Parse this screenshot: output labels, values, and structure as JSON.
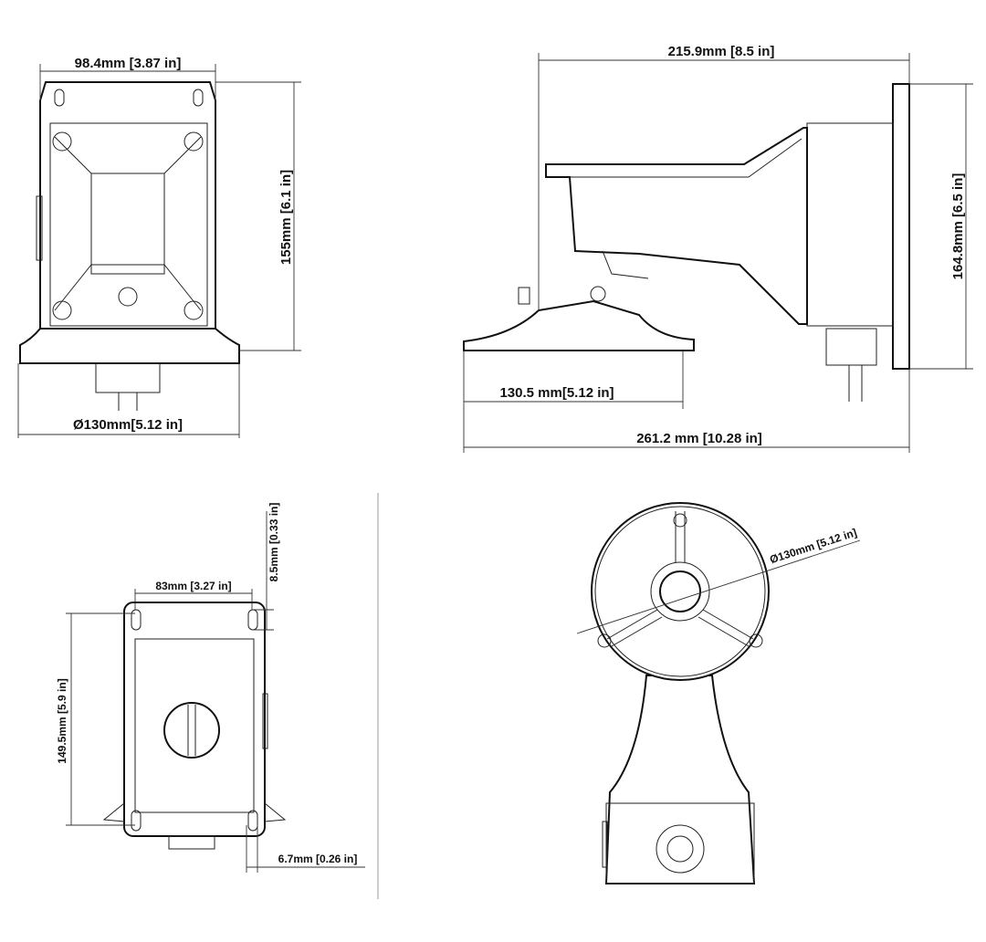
{
  "front_view": {
    "width_label": "98.4mm [3.87 in]",
    "height_label": "155mm [6.1 in]",
    "base_label": "Ø130mm[5.12 in]"
  },
  "side_view": {
    "arm_length_label": "215.9mm [8.5 in]",
    "height_label": "164.8mm [6.5 in]",
    "base_radius_label": "130.5 mm[5.12 in]",
    "total_length_label": "261.2 mm [10.28 in]"
  },
  "back_view": {
    "hole_offset_label": "8.5mm [0.33 in]",
    "hole_spacing_label": "83mm [3.27 in]",
    "vertical_spacing_label": "149.5mm [5.9 in]",
    "bottom_offset_label": "6.7mm [0.26 in]"
  },
  "bottom_view": {
    "diameter_label": "Ø130mm [5.12 in]"
  },
  "colors": {
    "line": "#111111",
    "background": "#ffffff"
  }
}
